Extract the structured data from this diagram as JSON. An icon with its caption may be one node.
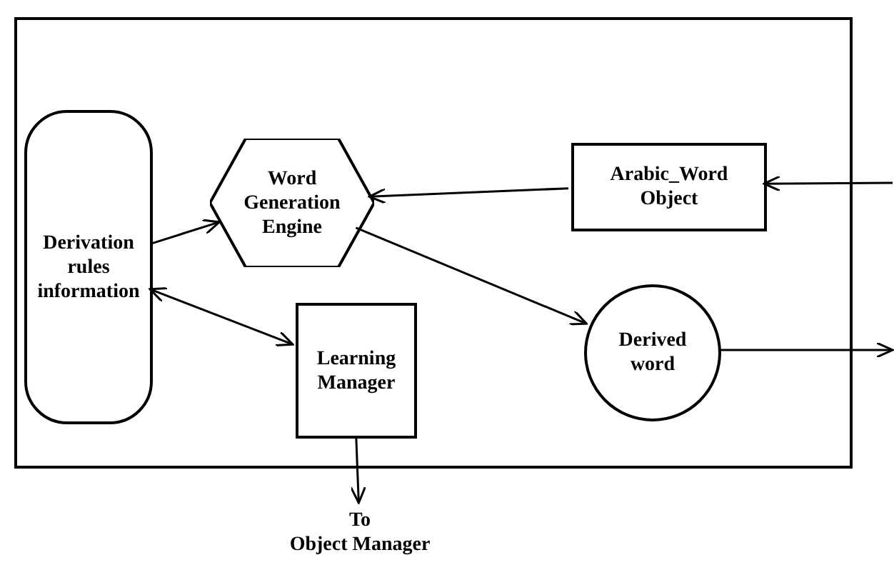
{
  "diagram": {
    "nodes": [
      {
        "text": [],
        "shape": "box"
      },
      {
        "text": [
          "Derivation rules information"
        ],
        "in": 0
      },
      {
        "text": [
          "Word Generation Engine"
        ],
        "in": 0
      },
      {
        "text": [
          "Arabic_Word Object"
        ],
        "in": 0
      },
      {
        "text": [
          "Learning Manager"
        ],
        "in": 0
      },
      {
        "text": [
          "Derived word"
        ],
        "in": 0
      },
      {
        "text": [
          "To",
          "Object Manager"
        ]
      }
    ],
    "edges": [
      {
        "from": 1,
        "to": 2,
        "arrow": "to"
      },
      {
        "from": 1,
        "to": 4,
        "arrow": "both"
      },
      {
        "from": 3,
        "to": 2,
        "arrow": "to"
      },
      {
        "from": null,
        "to": 3,
        "arrow": "to"
      },
      {
        "from": 2,
        "to": 5,
        "arrow": "to"
      },
      {
        "from": 5,
        "to": null,
        "arrow": "to"
      },
      {
        "from": 4,
        "to": 6,
        "arrow": "to"
      }
    ]
  }
}
